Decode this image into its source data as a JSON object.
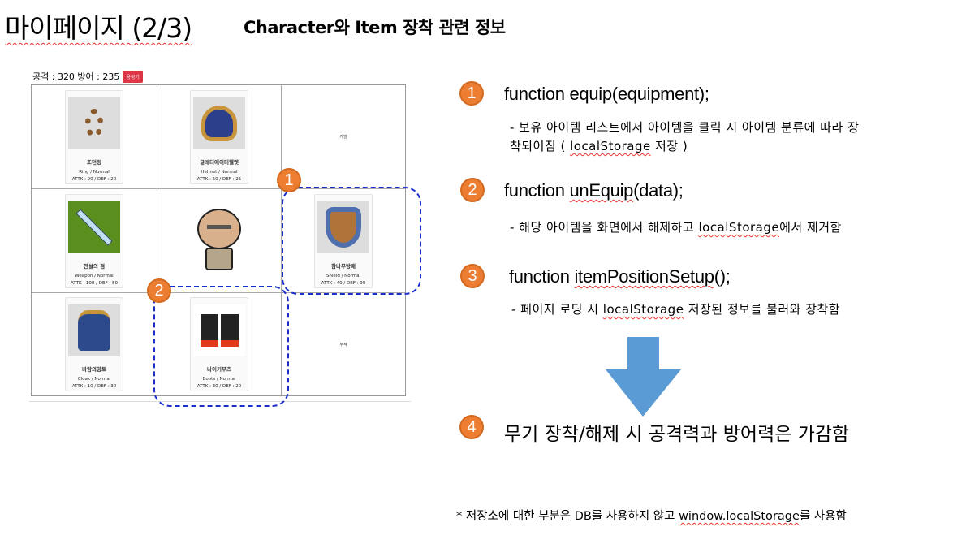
{
  "slide": {
    "title": "마이페이지",
    "title_page": "(2/3)",
    "subtitle": "Character와 Item 장착 관련 정보"
  },
  "screenshot": {
    "stats": "공격 : 320 방어 : 235",
    "unequip_all_button": "용장기",
    "cells": [
      {
        "slot": "ring",
        "name": "조던링",
        "type": "Ring / Normal",
        "stats": "ATTK : 90 / DEF : 20",
        "icon": "ring-icon"
      },
      {
        "slot": "helmet",
        "name": "글레디에이터헬멧",
        "type": "Helmet / Normal",
        "stats": "ATTK : 50 / DEF : 25",
        "icon": "helmet-icon"
      },
      {
        "slot": "bag",
        "empty_label": "가방"
      },
      {
        "slot": "weapon",
        "name": "전설의 검",
        "type": "Weapon / Normal",
        "stats": "ATTK : 100 / DEF : 50",
        "icon": "sword-icon"
      },
      {
        "slot": "character",
        "icon": "character-icon"
      },
      {
        "slot": "shield",
        "name": "참나무방패",
        "type": "Shield / Normal",
        "stats": "ATTK : 40 / DEF : 90",
        "icon": "shield-icon"
      },
      {
        "slot": "cloak",
        "name": "바람의망토",
        "type": "Cloak / Normal",
        "stats": "ATTK : 10 / DEF : 30",
        "icon": "cloak-icon"
      },
      {
        "slot": "boots",
        "name": "나이키부츠",
        "type": "Boots / Normal",
        "stats": "ATTK : 30 / DEF : 20",
        "icon": "boots-icon"
      },
      {
        "slot": "charm",
        "empty_label": "부적"
      }
    ],
    "callouts": [
      "1",
      "2"
    ]
  },
  "points": [
    {
      "num": "1",
      "fn_prefix": "function ",
      "fn_name": "equip(equipment);",
      "desc1": "- 보유 아이템 리스트에서 아이템을 클릭 시 아이템 분류에 따라 장",
      "desc2a": "착되어짐 ( ",
      "desc2b": "localStorage",
      "desc2c": " 저장 )"
    },
    {
      "num": "2",
      "fn_prefix": "function ",
      "fn_name": "unEquip",
      "fn_suffix": "(data);",
      "desc_a": "- 해당 아이템을 화면에서 해제하고 ",
      "desc_b": "localStorage",
      "desc_c": "에서 제거함"
    },
    {
      "num": "3",
      "fn_prefix": "function ",
      "fn_name": "itemPositionSetup",
      "fn_suffix": "();",
      "desc_a": "- 페이지 로딩 시 ",
      "desc_b": "localStorage",
      "desc_c": " 저장된 정보를 불러와 장착함"
    },
    {
      "num": "4",
      "text": "무기 장착/해제 시 공격력과 방어력은 가감함"
    }
  ],
  "footnote": {
    "a": "* 저장소에 대한 부분은 DB를 사용하지 않고 ",
    "b": "window.localStorage",
    "c": "를 사용함"
  },
  "colors": {
    "badge": "#ed7d31",
    "arrow": "#5b9bd5",
    "dash": "#1a2ecc",
    "button": "#dc3545"
  }
}
